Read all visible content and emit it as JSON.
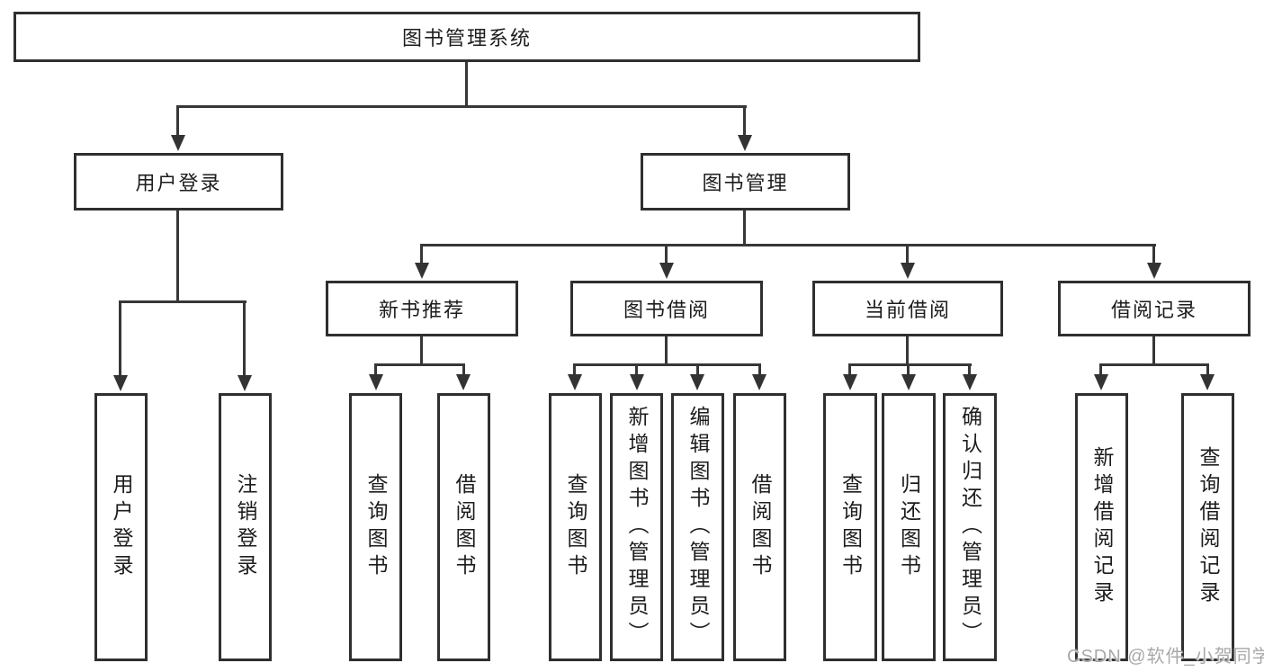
{
  "diagram": {
    "root": {
      "label": "图书管理系统"
    },
    "level2": [
      {
        "label": "用户登录"
      },
      {
        "label": "图书管理"
      }
    ],
    "level3": [
      {
        "label": "新书推荐"
      },
      {
        "label": "图书借阅"
      },
      {
        "label": "当前借阅"
      },
      {
        "label": "借阅记录"
      }
    ],
    "leaves": {
      "user_login": [
        {
          "label": "用户登录"
        },
        {
          "label": "注销登录"
        }
      ],
      "new_book": [
        {
          "label": "查询图书"
        },
        {
          "label": "借阅图书"
        }
      ],
      "book_borrow": [
        {
          "label": "查询图书"
        },
        {
          "label": "新增图书（管理员）"
        },
        {
          "label": "编辑图书（管理员）"
        },
        {
          "label": "借阅图书"
        }
      ],
      "current_borrow": [
        {
          "label": "查询图书"
        },
        {
          "label": "归还图书"
        },
        {
          "label": "确认归还（管理员）"
        }
      ],
      "borrow_record": [
        {
          "label": "新增借阅记录"
        },
        {
          "label": "查询借阅记录"
        }
      ]
    },
    "watermark": "CSDN @软件_小贺同学",
    "colors": {
      "line": "#373737",
      "border": "#2f2f2f",
      "text": "#1d1d1d",
      "background": "#ffffff",
      "watermark": "#a9a9a9"
    }
  }
}
